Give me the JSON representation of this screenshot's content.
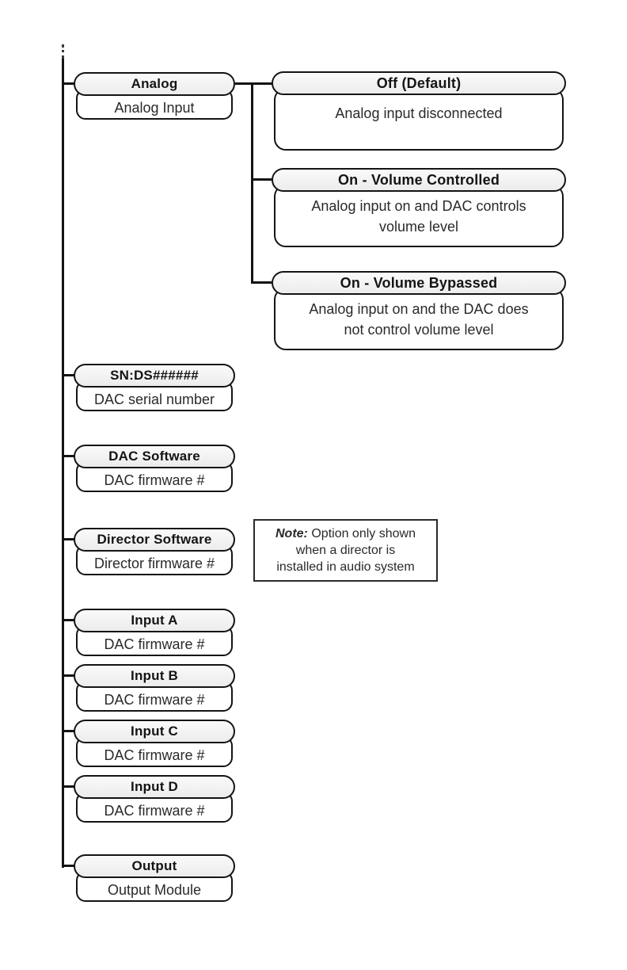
{
  "diagram": {
    "title_semantic": "DAC menu tree",
    "trunk_nodes": [
      {
        "title": "Analog",
        "subtitle": "Analog Input"
      },
      {
        "title": "SN:DS######",
        "subtitle": "DAC serial number"
      },
      {
        "title": "DAC Software",
        "subtitle": "DAC firmware #"
      },
      {
        "title": "Director Software",
        "subtitle": "Director firmware #"
      },
      {
        "title": "Input A",
        "subtitle": "DAC firmware #"
      },
      {
        "title": "Input B",
        "subtitle": "DAC firmware #"
      },
      {
        "title": "Input C",
        "subtitle": "DAC firmware #"
      },
      {
        "title": "Input D",
        "subtitle": "DAC firmware #"
      },
      {
        "title": "Output",
        "subtitle": "Output Module"
      }
    ],
    "analog_options": [
      {
        "title": "Off (Default)",
        "lines": [
          "Analog input disconnected"
        ]
      },
      {
        "title": "On - Volume Controlled",
        "lines": [
          "Analog input on and DAC controls",
          "volume level"
        ]
      },
      {
        "title": "On - Volume Bypassed",
        "lines": [
          "Analog input on and the DAC does",
          "not control volume level"
        ]
      }
    ],
    "note": {
      "label": "Note:",
      "lines": [
        "Option only shown",
        "when a director is",
        "installed in audio system"
      ]
    },
    "colors": {
      "line": "#141414",
      "header_fill": "#ececec",
      "body_fill": "#ffffff",
      "text": "#2a2a2a"
    }
  }
}
